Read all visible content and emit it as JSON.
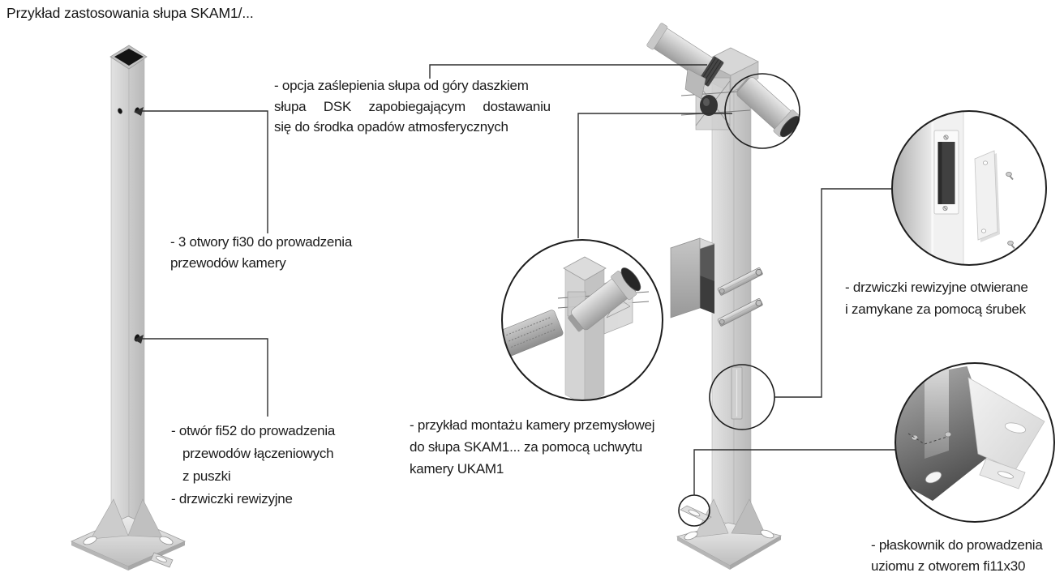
{
  "page": {
    "title": "Przykład zastosowania słupa SKAM1/..."
  },
  "annotations": {
    "cap_option": {
      "lines": [
        "- opcja zaślepienia słupa od góry daszkiem",
        "słupa DSK zapobiegającym dostawaniu",
        "się do środka opadów atmosferycznych"
      ]
    },
    "holes_fi30": {
      "lines": [
        "- 3 otwory fi30 do prowadzenia",
        "przewodów kamery"
      ]
    },
    "hole_fi52": {
      "lines": [
        "- otwór fi52 do prowadzenia",
        "przewodów łączeniowych",
        "z puszki",
        "- drzwiczki rewizyjne"
      ]
    },
    "camera_mount": {
      "lines": [
        "- przykład montażu kamery przemysłowej",
        "do słupa SKAM1... za pomocą uchwytu",
        "kamery UKAM1"
      ]
    },
    "inspection_door": {
      "lines": [
        "- drzwiczki rewizyjne otwierane",
        "i zamykane za pomocą śrubek"
      ]
    },
    "ground_strip": {
      "lines": [
        "- płaskownik do prowadzenia",
        "uziomu z otworem fi11x30"
      ]
    }
  },
  "colors": {
    "background": "#ffffff",
    "text": "#1b1b1b",
    "line": "#2e2e2e",
    "metal_light": "#d9d9d9",
    "metal_mid": "#c4c4c4",
    "metal_dark": "#8f8f8f"
  }
}
